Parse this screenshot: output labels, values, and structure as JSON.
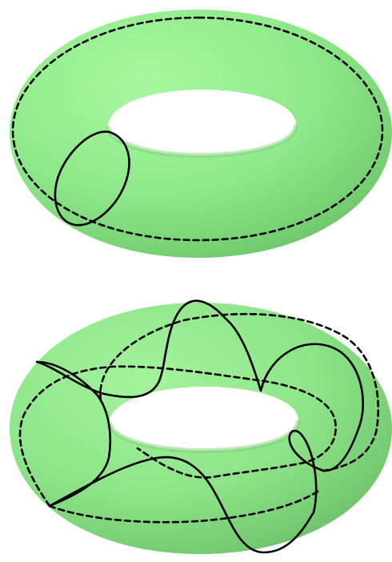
{
  "figure": {
    "background": "#ffffff",
    "torus_color": "#90ee90",
    "torus_shadow": "#6fbf6f",
    "curve_color": "#000000"
  },
  "panels": [
    {
      "name": "top-torus",
      "curves": [
        {
          "name": "longitude-dashed-curve",
          "style": "dashed"
        },
        {
          "name": "meridian-solid-curve",
          "style": "solid"
        }
      ]
    },
    {
      "name": "bottom-torus",
      "curves": [
        {
          "name": "torus-knot-solid-curve",
          "style": "solid"
        },
        {
          "name": "torus-knot-dashed-curve",
          "style": "dashed"
        }
      ]
    }
  ]
}
